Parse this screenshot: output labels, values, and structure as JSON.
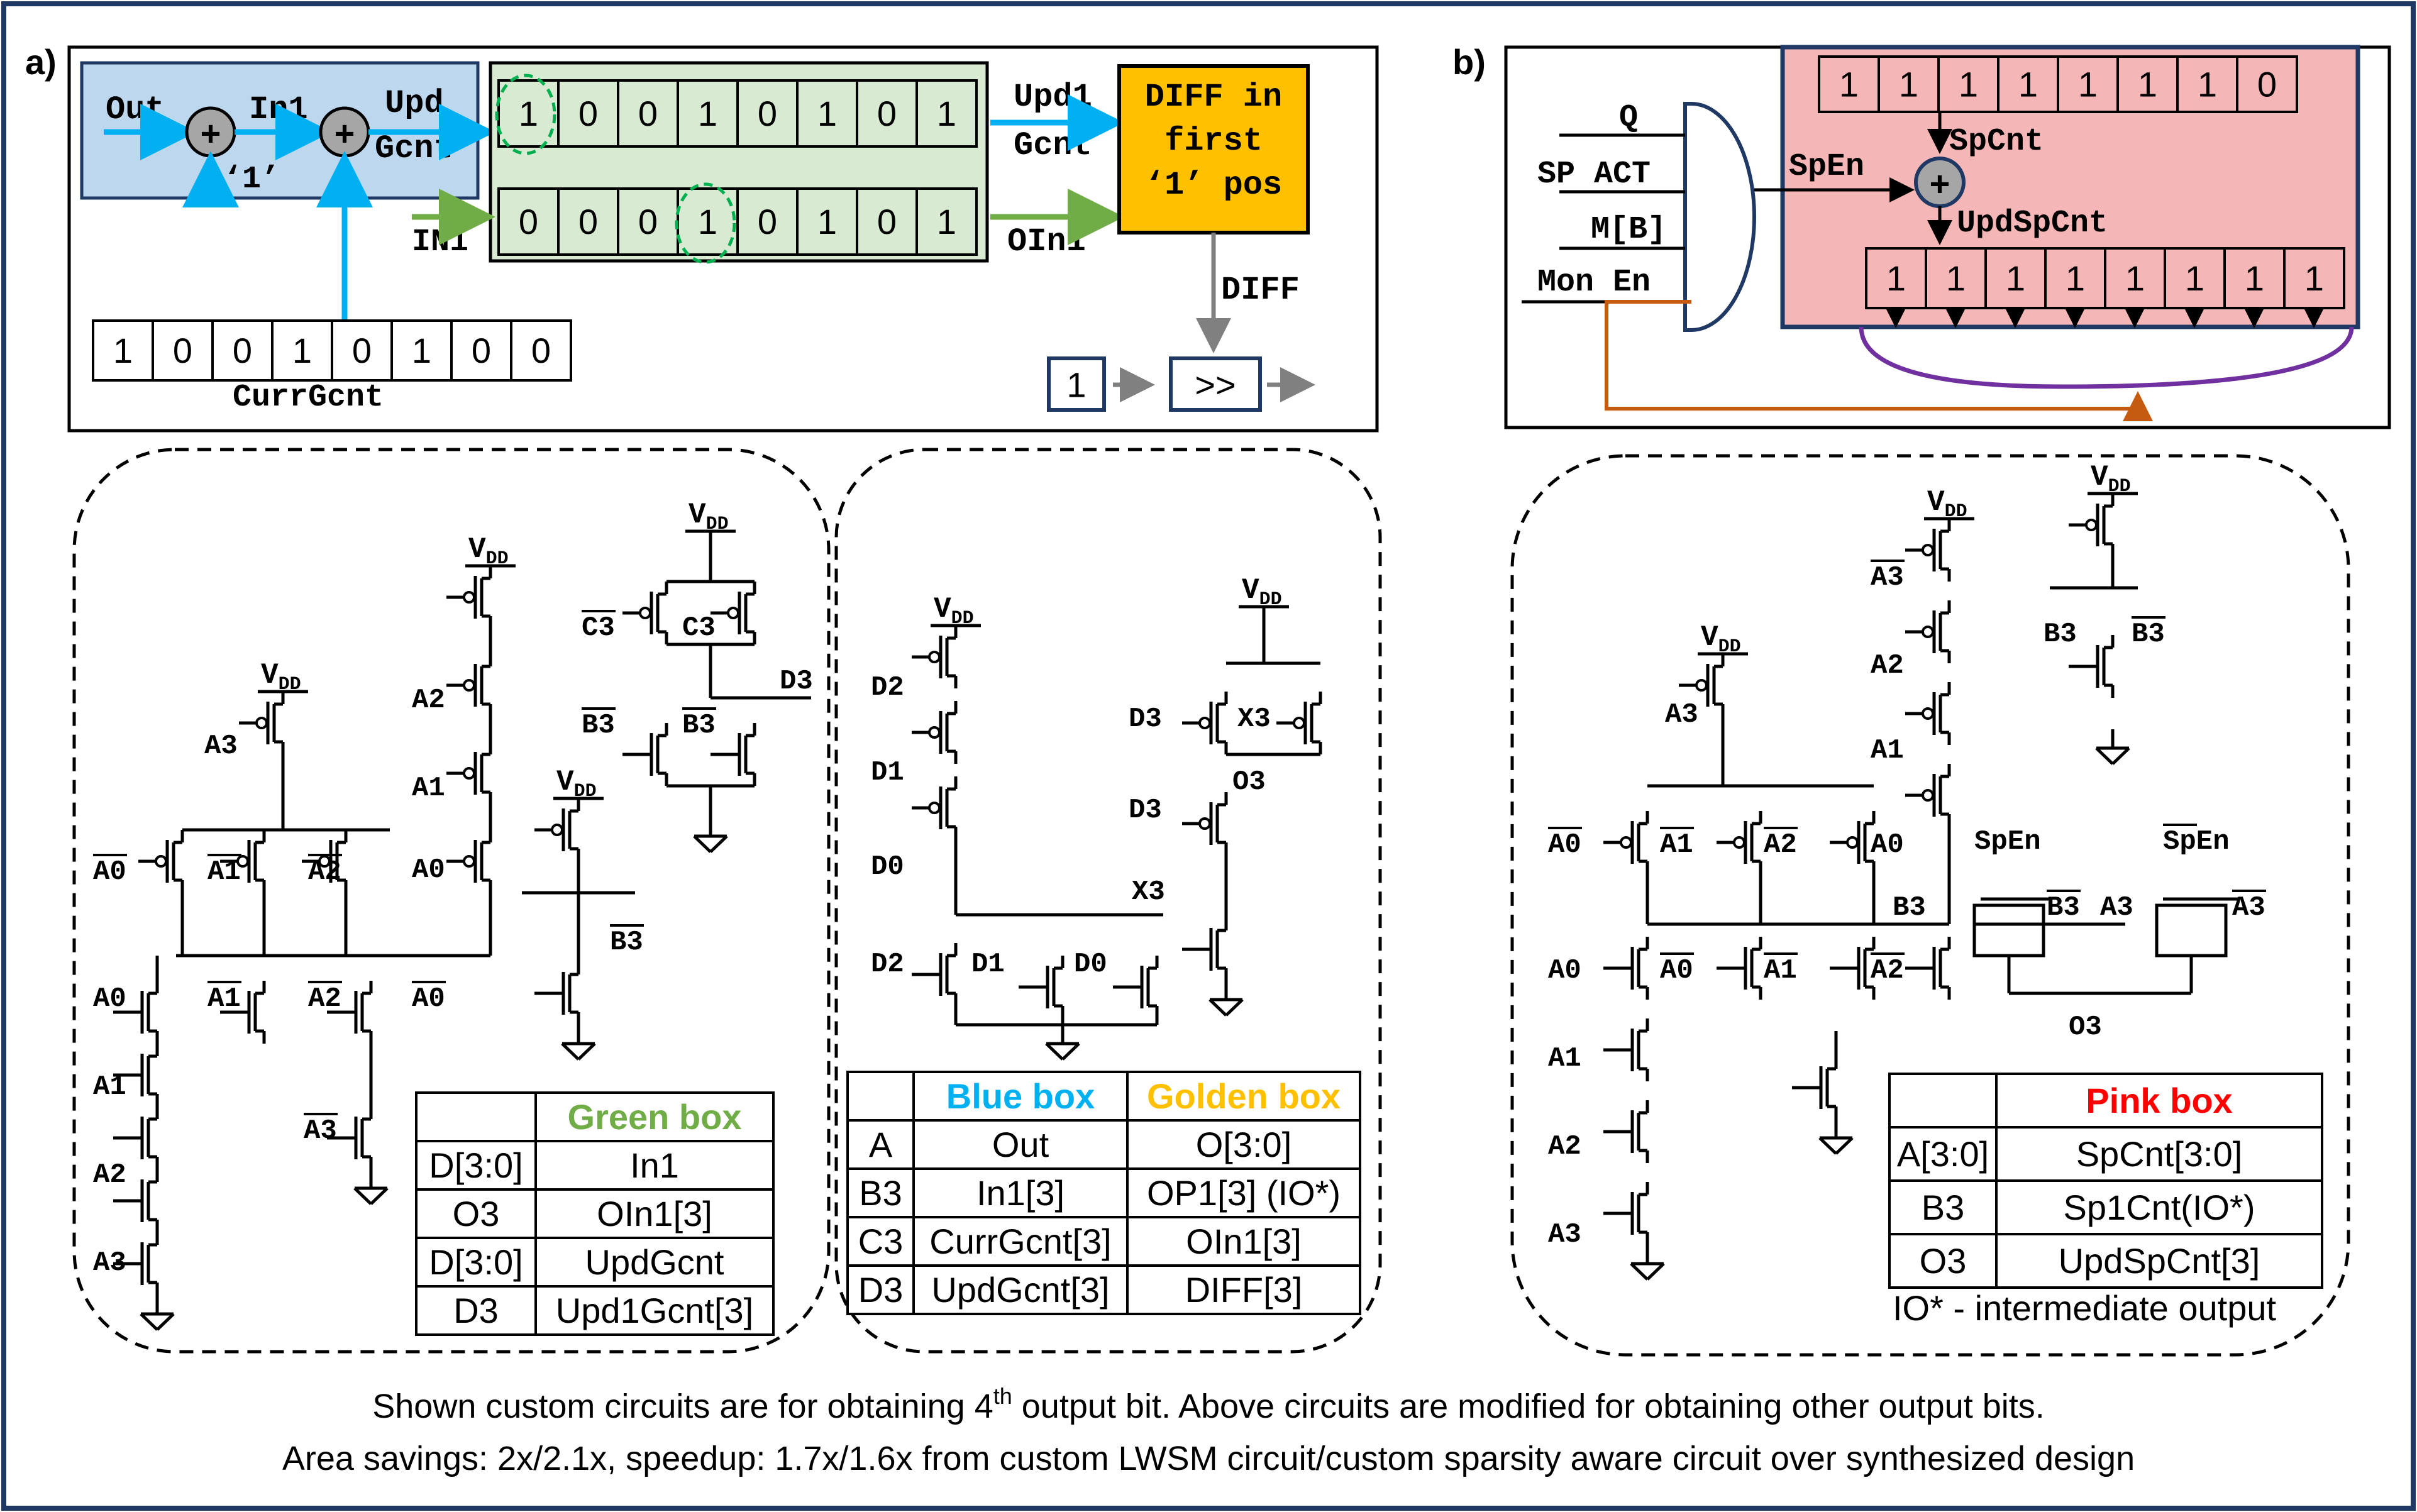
{
  "panel_a": {
    "label": "a)",
    "inputs": {
      "out": "Out",
      "in1": "In1",
      "upd": "Upd",
      "gcnt": "Gcnt",
      "one": "‘1’",
      "in1_low": "IN1",
      "plus": "+"
    },
    "upd_register": [
      "1",
      "0",
      "0",
      "1",
      "0",
      "1",
      "0",
      "1"
    ],
    "in1_register": [
      "0",
      "0",
      "0",
      "1",
      "0",
      "1",
      "0",
      "1"
    ],
    "curr_register": [
      "1",
      "0",
      "0",
      "1",
      "0",
      "1",
      "0",
      "0"
    ],
    "curr_label": "CurrGcnt",
    "upd1": "Upd1",
    "gcnt2": "Gcnt",
    "oin1": "OIn1",
    "diff_box": [
      "DIFF in",
      "first",
      "‘1’ pos"
    ],
    "diff": "DIFF",
    "shift_one": "1",
    "shift_op": ">>"
  },
  "panel_b": {
    "label": "b)",
    "and_inputs": [
      "Q",
      "SP ACT",
      "M[B]",
      "Mon En"
    ],
    "sp_register": [
      "1",
      "1",
      "1",
      "1",
      "1",
      "1",
      "1",
      "0"
    ],
    "spcnt": "SpCnt",
    "spen": "SpEn",
    "plus": "+",
    "updspcnt": "UpdSpCnt",
    "upd_register": [
      "1",
      "1",
      "1",
      "1",
      "1",
      "1",
      "1",
      "1"
    ]
  },
  "circuit1": {
    "vdd": "V",
    "vdd_sub": "DD",
    "labels": [
      "A3",
      "A0",
      "A1",
      "A2",
      "A0",
      "A1",
      "A2",
      "A3",
      "A2",
      "A1",
      "A0",
      "A0",
      "A1",
      "A2",
      "A3",
      "C3",
      "C3",
      "B3",
      "B3",
      "D3",
      "B3"
    ]
  },
  "circuit2": {
    "labels": [
      "D2",
      "D1",
      "D0",
      "D2",
      "D1",
      "D0",
      "D3",
      "X3",
      "O3",
      "D3",
      "X3"
    ]
  },
  "circuit3": {
    "labels": [
      "A3",
      "A2",
      "A1",
      "A0",
      "A3",
      "A0",
      "A1",
      "A2",
      "A0",
      "A0",
      "A1",
      "A2",
      "A1",
      "A2",
      "A3",
      "B3",
      "B3",
      "B3",
      "SpEn",
      "SpEn",
      "B3",
      "A3",
      "A3",
      "O3"
    ]
  },
  "table_green": {
    "header": [
      "",
      "Green box"
    ],
    "rows": [
      [
        "D[3:0]",
        "In1"
      ],
      [
        "O3",
        "OIn1[3]"
      ],
      [
        "D[3:0]",
        "UpdGcnt"
      ],
      [
        "D3",
        "Upd1Gcnt[3]"
      ]
    ],
    "color": "#70ad47"
  },
  "table_blue_gold": {
    "header": [
      "",
      "Blue box",
      "Golden box"
    ],
    "rows": [
      [
        "A",
        "Out",
        "O[3:0]"
      ],
      [
        "B3",
        "In1[3]",
        "OP1[3] (IO*)"
      ],
      [
        "C3",
        "CurrGcnt[3]",
        "OIn1[3]"
      ],
      [
        "D3",
        "UpdGcnt[3]",
        "DIFF[3]"
      ]
    ],
    "colors": [
      "#00b0f0",
      "#ffc000"
    ]
  },
  "table_pink": {
    "header": [
      "",
      "Pink box"
    ],
    "rows": [
      [
        "A[3:0]",
        "SpCnt[3:0]"
      ],
      [
        "B3",
        "Sp1Cnt(IO*)"
      ],
      [
        "O3",
        "UpdSpCnt[3]"
      ]
    ],
    "color": "#ff0000"
  },
  "footnote": "IO* - intermediate output",
  "caption": {
    "line1_pre": "Shown custom circuits are for obtaining 4",
    "line1_sup": "th",
    "line1_post": " output bit. Above circuits are modified for obtaining other output bits.",
    "line2": "Area savings: 2x/2.1x, speedup: 1.7x/1.6x from custom LWSM circuit/custom sparsity aware circuit over synthesized design"
  },
  "colors": {
    "frame": "#1f3864",
    "blue_box": "#bdd7ee",
    "green_box": "#d9ead3",
    "gold_box": "#ffc000",
    "pink_box": "#f4b6b6",
    "arrow_blue": "#00b0f0",
    "arrow_green": "#70ad47",
    "arrow_orange": "#c55a11",
    "loop_purple": "#7030a0"
  }
}
